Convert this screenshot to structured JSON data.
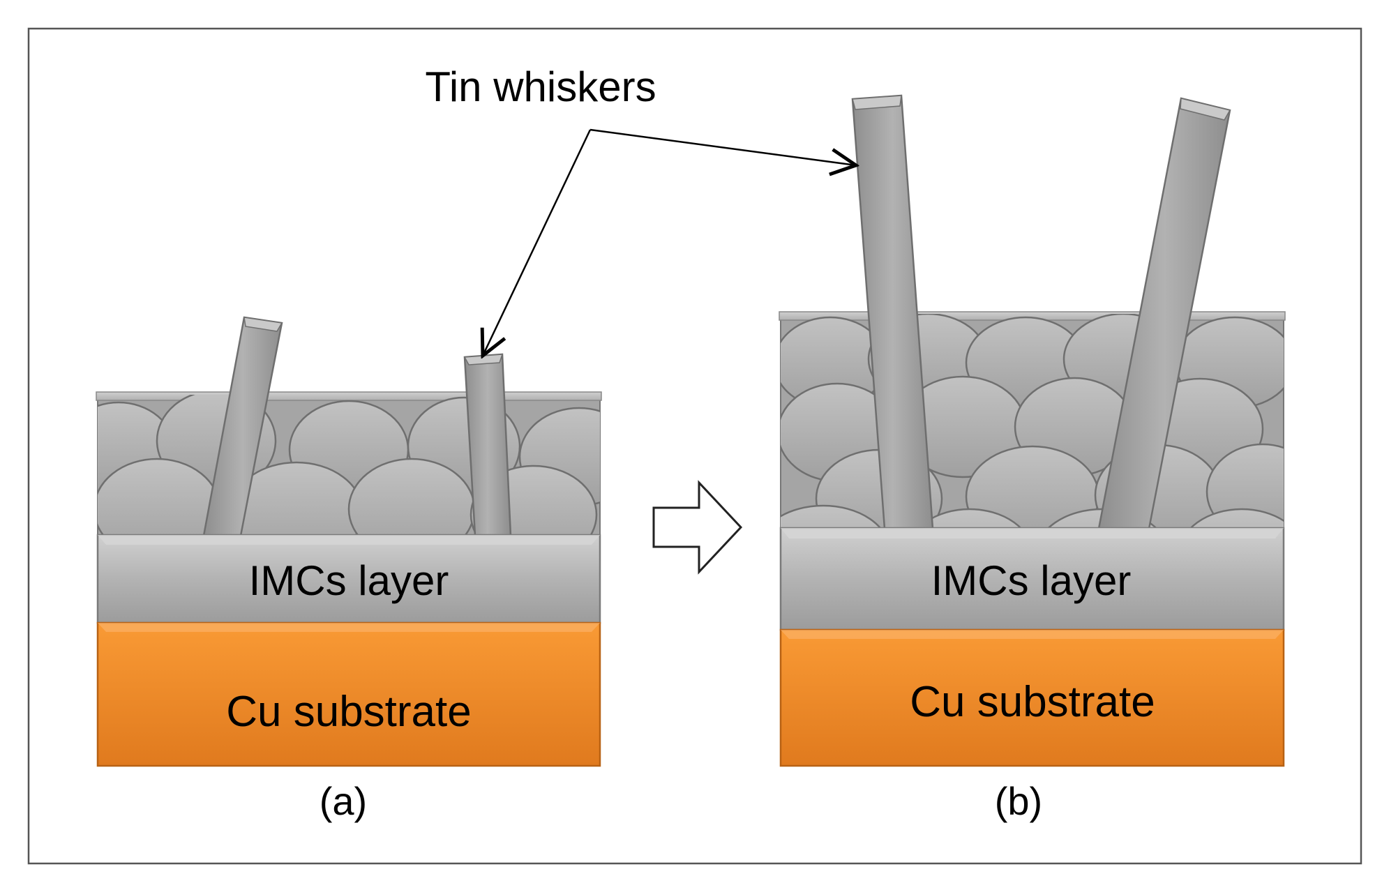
{
  "callout": {
    "text": "Tin whiskers"
  },
  "panels": [
    {
      "id": "a",
      "caption": "(a)",
      "imc_label": "IMCs layer",
      "substrate_label": "Cu substrate"
    },
    {
      "id": "b",
      "caption": "(b)",
      "imc_label": "IMCs layer",
      "substrate_label": "Cu substrate"
    }
  ],
  "colors": {
    "grain": "#a9a9a9",
    "grain_edge": "#6f6f6f",
    "whisker": "#a4a4a4",
    "imc": "#b5b5b5",
    "substrate": "#f5902e",
    "substrate_dark": "#d9751a",
    "frame": "#555555"
  }
}
